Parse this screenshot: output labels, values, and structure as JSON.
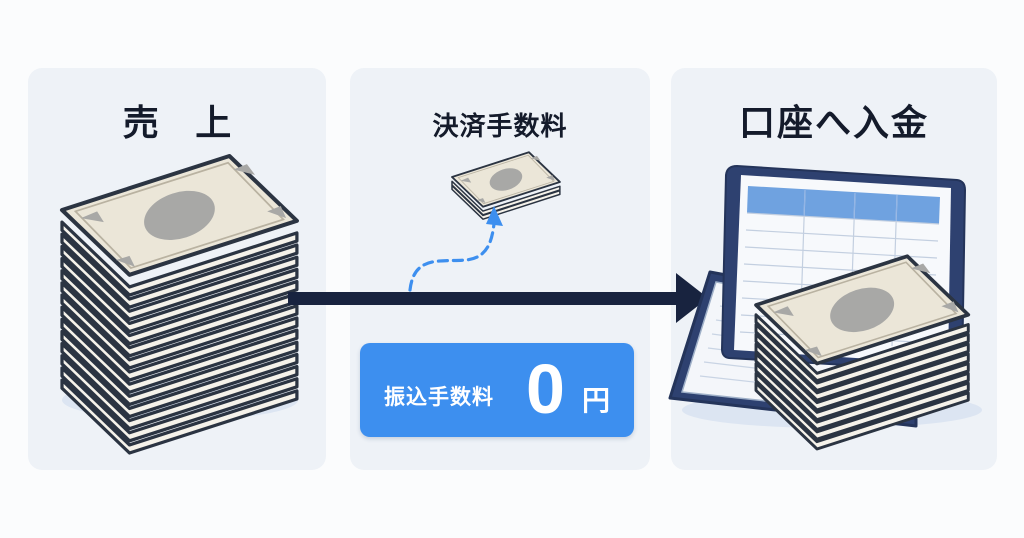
{
  "panels": {
    "sales": {
      "title": "売 上"
    },
    "fee": {
      "title": "決済手数料"
    },
    "deposit": {
      "title": "口座へ入金"
    }
  },
  "transfer_fee": {
    "label": "振込手数料",
    "amount": "0",
    "unit": "円"
  },
  "colors": {
    "panel_bg": "#eef2f7",
    "main_arrow": "#18233f",
    "fee_arrow": "#3d8fef",
    "badge_bg": "#3d8fef",
    "bill": "#ebe6d8",
    "bill_edge": "#2b3442",
    "bill_seal": "#a8a8a6"
  },
  "icons": {
    "main_flow": "arrow-right-icon",
    "fee_flow": "dashed-curved-arrow-icon",
    "sales_money": "banknote-stack-icon",
    "fee_money": "banknote-icon",
    "deposit_book": "ledger-book-icon"
  }
}
